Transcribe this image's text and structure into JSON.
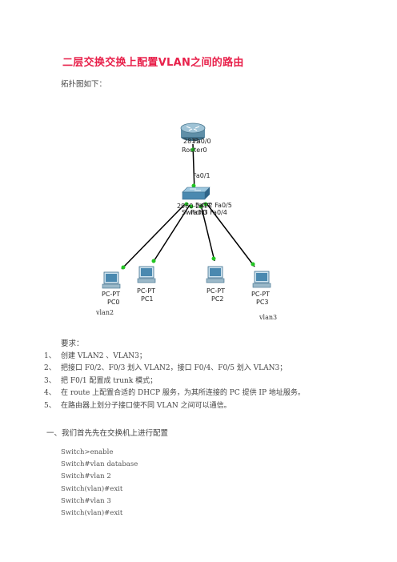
{
  "doc": {
    "title": "二层交换交换上配置VLAN之间的路由",
    "intro": "拓扑图如下："
  },
  "topology": {
    "router": {
      "model": "2811",
      "name": "Router0",
      "port": "Fa0/0"
    },
    "switch": {
      "model": "2960-24TT",
      "name": "Switch0",
      "uplink_port": "Fa0/1",
      "ports_label": "Fa0/2 Fa0/5",
      "ports_label2": "Fa0/3 Fa0/4"
    },
    "pcs": [
      {
        "type": "PC-PT",
        "name": "PC0"
      },
      {
        "type": "PC-PT",
        "name": "PC1"
      },
      {
        "type": "PC-PT",
        "name": "PC2"
      },
      {
        "type": "PC-PT",
        "name": "PC3"
      }
    ],
    "vlan_labels": [
      "vlan2",
      "vlan3"
    ],
    "colors": {
      "link": "#000000",
      "port_up": "#22c522",
      "router_body": "#5f8fa8",
      "switch_body": "#4a89b0"
    }
  },
  "requirements": {
    "heading": "要求：",
    "items": [
      {
        "num": "1、",
        "text": "创建 VLAN2  、VLAN3；"
      },
      {
        "num": "2、",
        "text": "把接口 F0/2、F0/3 划入 VLAN2，接口 F0/4、F0/5 划入 VLAN3；"
      },
      {
        "num": "3、",
        "text": "把 F0/1 配置成 trunk 模式；"
      },
      {
        "num": "4、",
        "text": "在 route 上配置合适的 DHCP 服务，为其所连接的 PC 提供 IP 地址服务。"
      },
      {
        "num": "5、",
        "text": "在路由器上划分子接口使不同 VLAN 之间可以通信。"
      }
    ]
  },
  "section1": {
    "heading": "一、我们首先先在交换机上进行配置",
    "commands": [
      "Switch>enable",
      "Switch#vlan database",
      "Switch#vlan 2",
      "Switch(vlan)#exit",
      "Switch#vlan 3",
      "Switch(vlan)#exit"
    ]
  }
}
